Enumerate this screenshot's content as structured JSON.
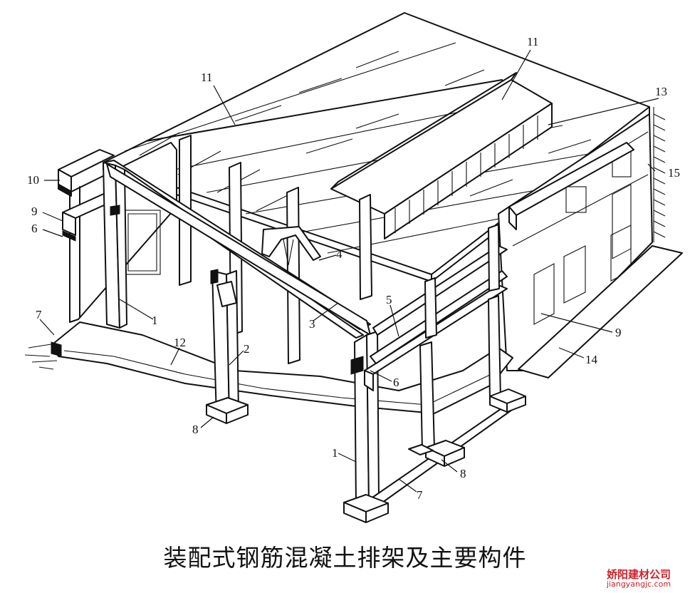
{
  "caption": "装配式钢筋混凝土排架及主要构件",
  "watermark": {
    "name": "娇阳建材公司",
    "url": "jiangyangjc.com"
  },
  "callouts": [
    {
      "id": "c11a",
      "text": "11"
    },
    {
      "id": "c11b",
      "text": "11"
    },
    {
      "id": "c13",
      "text": "13"
    },
    {
      "id": "c15",
      "text": "15"
    },
    {
      "id": "c10",
      "text": "10"
    },
    {
      "id": "c9a",
      "text": "9"
    },
    {
      "id": "c6a",
      "text": "6"
    },
    {
      "id": "c4",
      "text": "4"
    },
    {
      "id": "c5",
      "text": "5"
    },
    {
      "id": "c1a",
      "text": "1"
    },
    {
      "id": "c3",
      "text": "3"
    },
    {
      "id": "c7a",
      "text": "7"
    },
    {
      "id": "c12",
      "text": "12"
    },
    {
      "id": "c2",
      "text": "2"
    },
    {
      "id": "c6b",
      "text": "6"
    },
    {
      "id": "c9b",
      "text": "9"
    },
    {
      "id": "c14",
      "text": "14"
    },
    {
      "id": "c8a",
      "text": "8"
    },
    {
      "id": "c1b",
      "text": "1"
    },
    {
      "id": "c8b",
      "text": "8"
    },
    {
      "id": "c7b",
      "text": "7"
    }
  ]
}
